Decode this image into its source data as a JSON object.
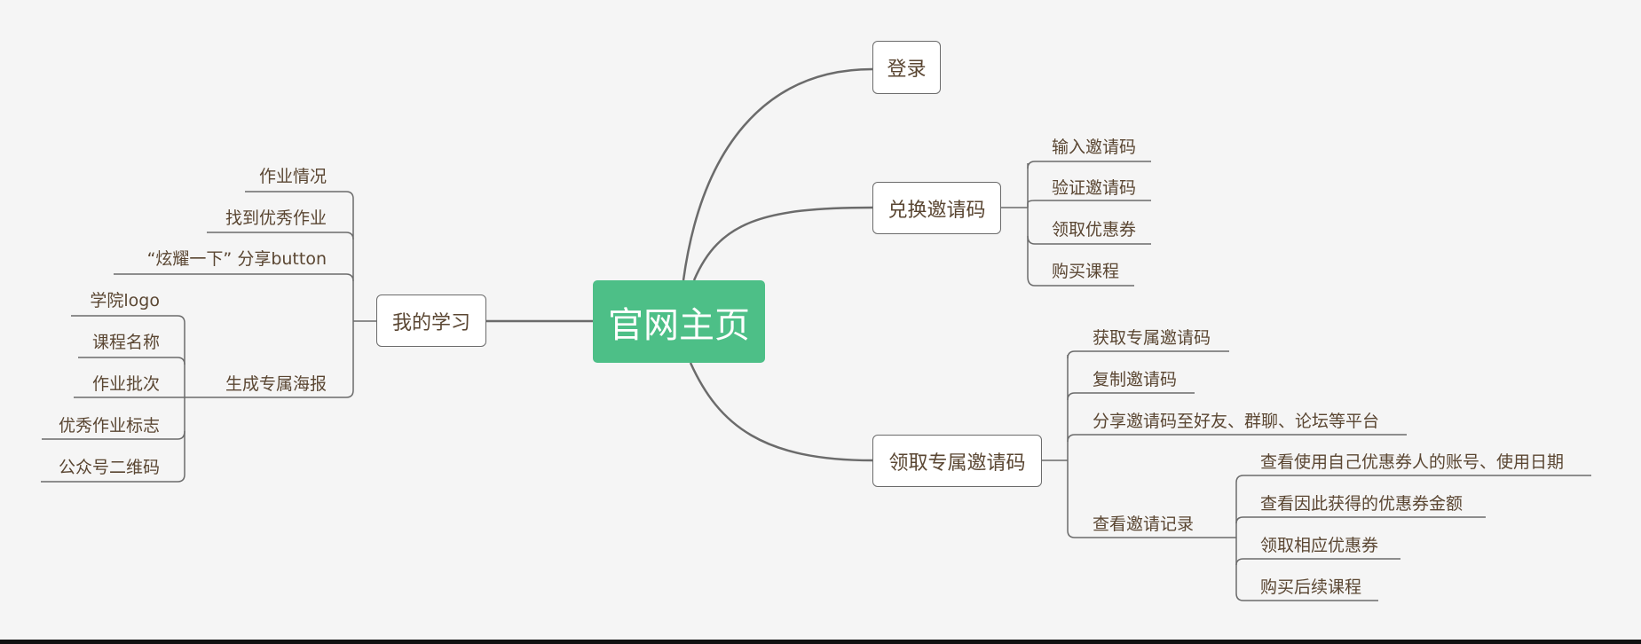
{
  "root": {
    "label": "官网主页"
  },
  "right": {
    "login": {
      "label": "登录"
    },
    "redeem": {
      "label": "兑换邀请码",
      "children": [
        "输入邀请码",
        "验证邀请码",
        "领取优惠券",
        "购买课程"
      ]
    },
    "exclusive": {
      "label": "领取专属邀请码",
      "children": [
        "获取专属邀请码",
        "复制邀请码",
        "分享邀请码至好友、群聊、论坛等平台",
        "查看邀请记录"
      ],
      "records": [
        "查看使用自己优惠券人的账号、使用日期",
        "查看因此获得的优惠券金额",
        "领取相应优惠券",
        "购买后续课程"
      ]
    }
  },
  "left": {
    "study": {
      "label": "我的学习",
      "children": [
        "作业情况",
        "找到优秀作业",
        "“炫耀一下” 分享button",
        "生成专属海报"
      ],
      "poster": [
        "学院logo",
        "课程名称",
        "作业批次",
        "优秀作业标志",
        "公众号二维码"
      ]
    }
  },
  "colors": {
    "root_bg": "#4dbf87",
    "line": "#6b6b6b",
    "text": "#5a4632",
    "background": "#f5f5f5"
  }
}
